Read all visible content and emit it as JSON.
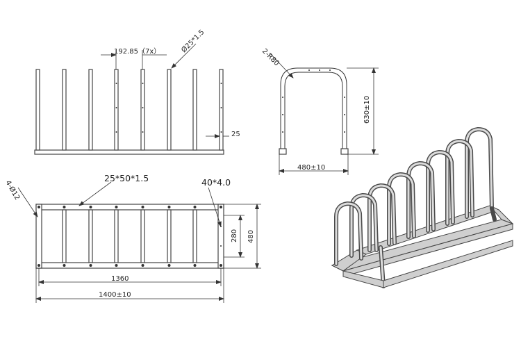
{
  "front_view": {
    "pitch_label": "192.85（7x）",
    "tube_dia_label": "Ø25*1.5",
    "height_offset_label": "25"
  },
  "side_view": {
    "radius_label": "2-R80",
    "height_label": "630±10",
    "width_label": "480±10"
  },
  "top_view": {
    "rail_label": "25*50*1.5",
    "post_label": "40*4.0",
    "hole_label": "4-Ø12",
    "inner_dim_label": "280",
    "outer_dim_label": "480",
    "length_inner_label": "1360",
    "length_outer_label": "1400±10"
  }
}
